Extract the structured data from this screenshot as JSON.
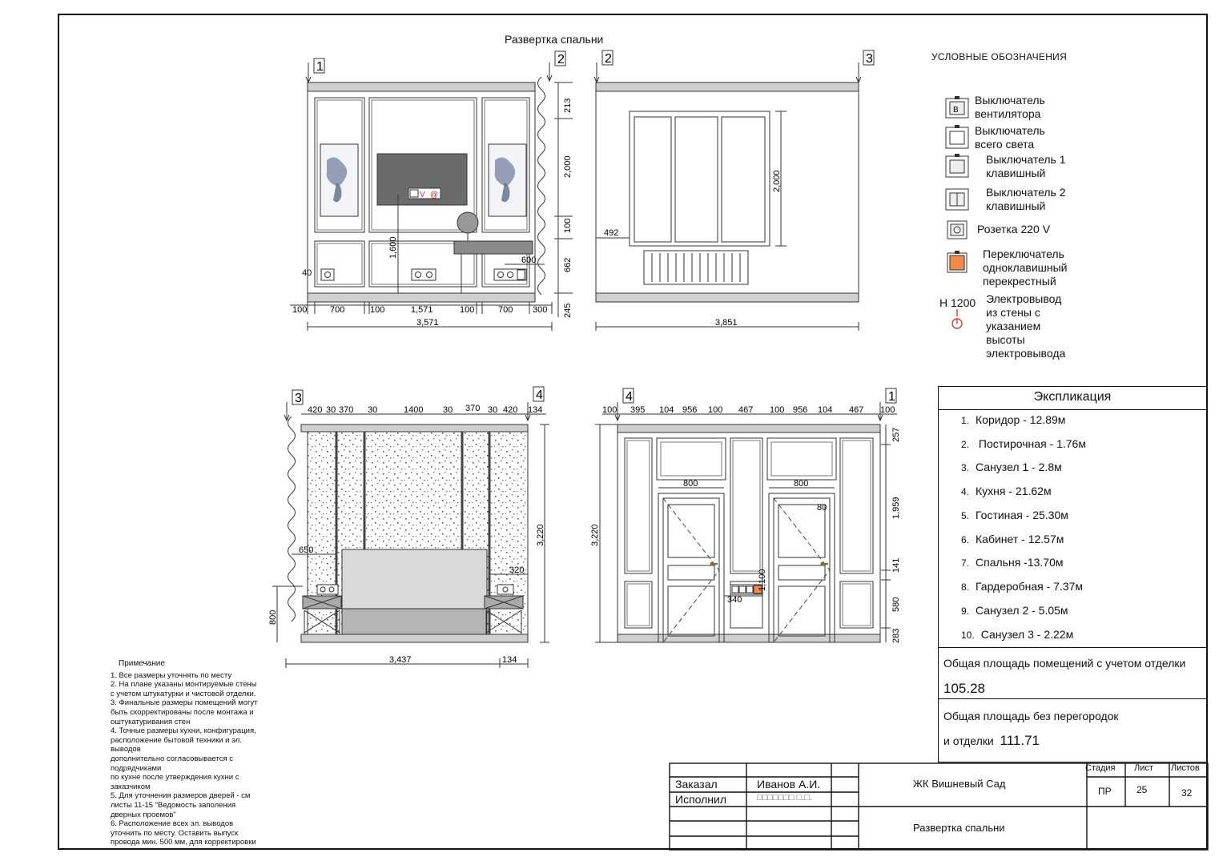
{
  "drawing": {
    "title": "Развертка спальни",
    "views": {
      "v1": {
        "marks": [
          "1",
          "2"
        ],
        "dims_bottom": [
          "100",
          "700",
          "100",
          "1,571",
          "100",
          "700",
          "300"
        ],
        "dim_total": "3,571",
        "dims_right": [
          "213",
          "2,000",
          "100",
          "662",
          "245"
        ],
        "dim_1600": "1,600",
        "dim_600": "600",
        "dim_40": "40"
      },
      "v2": {
        "marks": [
          "2",
          "3"
        ],
        "dim_492": "492",
        "dim_2000": "2,000",
        "dim_total": "3,851"
      },
      "v3": {
        "marks": [
          "3",
          "4"
        ],
        "dims_top": [
          "420",
          "30",
          "370",
          "30",
          "1400",
          "30",
          "370",
          "30",
          "420",
          "134"
        ],
        "dim_650": "650",
        "dim_320": "320",
        "dim_800": "800",
        "dim_3220": "3,220",
        "dim_total": "3,437",
        "dim_134": "134"
      },
      "v4": {
        "marks": [
          "4",
          "1"
        ],
        "dims_top": [
          "100",
          "395",
          "104",
          "956",
          "100",
          "467",
          "100",
          "956",
          "104",
          "467",
          "100"
        ],
        "door_widths": [
          "800",
          "800"
        ],
        "dim_80": "80",
        "dim_1100": "1,100",
        "dim_340": "340",
        "dim_3220": "3,220",
        "dims_right": [
          "257",
          "1,959",
          "141",
          "580",
          "283"
        ]
      }
    }
  },
  "legend": {
    "title": "УСЛОВНЫЕ ОБОЗНАЧЕНИЯ",
    "items": [
      {
        "label": "Выключатель\nвентилятора",
        "icon": "fan-switch-icon",
        "glyph": "B"
      },
      {
        "label": "Выключатель\nвсего света",
        "icon": "master-switch-icon"
      },
      {
        "label": "Выключатель 1\nклавишный",
        "icon": "single-switch-icon"
      },
      {
        "label": "Выключатель 2\nклавишный",
        "icon": "double-switch-icon"
      },
      {
        "label": "Розетка 220 V",
        "icon": "socket-icon"
      },
      {
        "label": "Переключатель\nодноклавишный\nперекрестный",
        "icon": "cross-switch-icon"
      },
      {
        "label": "Электровывод\nиз стены с\nуказанием\nвысоты\nэлектровывода",
        "icon": "power-outlet-icon",
        "height_note": "H 1200"
      }
    ],
    "accent": "#f28a4a",
    "outlet_color": "#d83a2e"
  },
  "explication": {
    "title": "Экспликация",
    "items": [
      {
        "n": "1.",
        "text": "Коридор -  12.89м"
      },
      {
        "n": "2.",
        "text": " Постирочная - 1.76м"
      },
      {
        "n": "3.",
        "text": "Санузел 1 - 2.8м"
      },
      {
        "n": "4.",
        "text": "Кухня - 21.62м"
      },
      {
        "n": "5.",
        "text": "Гостиная - 25.30м"
      },
      {
        "n": "6.",
        "text": "Кабинет - 12.57м"
      },
      {
        "n": "7.",
        "text": "Спальня -13.70м"
      },
      {
        "n": "8.",
        "text": "Гардеробная - 7.37м"
      },
      {
        "n": "9.",
        "text": "Санузел 2 - 5.05м"
      },
      {
        "n": "10.",
        "text": "Санузел 3 - 2.22м"
      }
    ],
    "total1_label": "Общая площадь помещений с учетом отделки",
    "total1_value": "105.28",
    "total2_label": "Общая площадь без перегородок",
    "total2_prefix": "и отделки",
    "total2_value": "111.71"
  },
  "notes": {
    "title": "Примечание",
    "lines": [
      "1. Все размеры уточнять по месту",
      "2. На плане указаны монтируемые стены",
      "с учетом штукатурки и чистовой отделки.",
      "3. Финальные размеры помещений могут",
      "быть скорректированы после монтажа и",
      "оштукатуривания стен",
      "4. Точные размеры кухни, конфигурация,",
      "расположение бытовой техники и эл.",
      "выводов",
      "дополнительно согласовывается с",
      "подрядчиками",
      "по кухне после утверждения кухни с",
      "заказчиком",
      "5. Для уточнения размеров дверей - см",
      "листы 11-15 \"Ведомость заполения",
      "дверных проемов\"",
      "6. Расположение всех эл. выводов",
      "уточнить по месту. Оставить выпуск",
      "провода мин. 500 мм, для корректировки"
    ]
  },
  "stamp": {
    "customer_label": "Заказал",
    "customer_name": "Иванов А.И.",
    "executor_label": "Исполнил",
    "executor_name": "□□□□□□□ □.□.",
    "project": "ЖК Вишневый Сад",
    "sheet_title": "Развертка спальни",
    "stage_label": "Стадия",
    "sheet_label": "Лист",
    "sheets_label": "Листов",
    "stage": "ПР",
    "sheet": "25",
    "sheets": "32"
  }
}
